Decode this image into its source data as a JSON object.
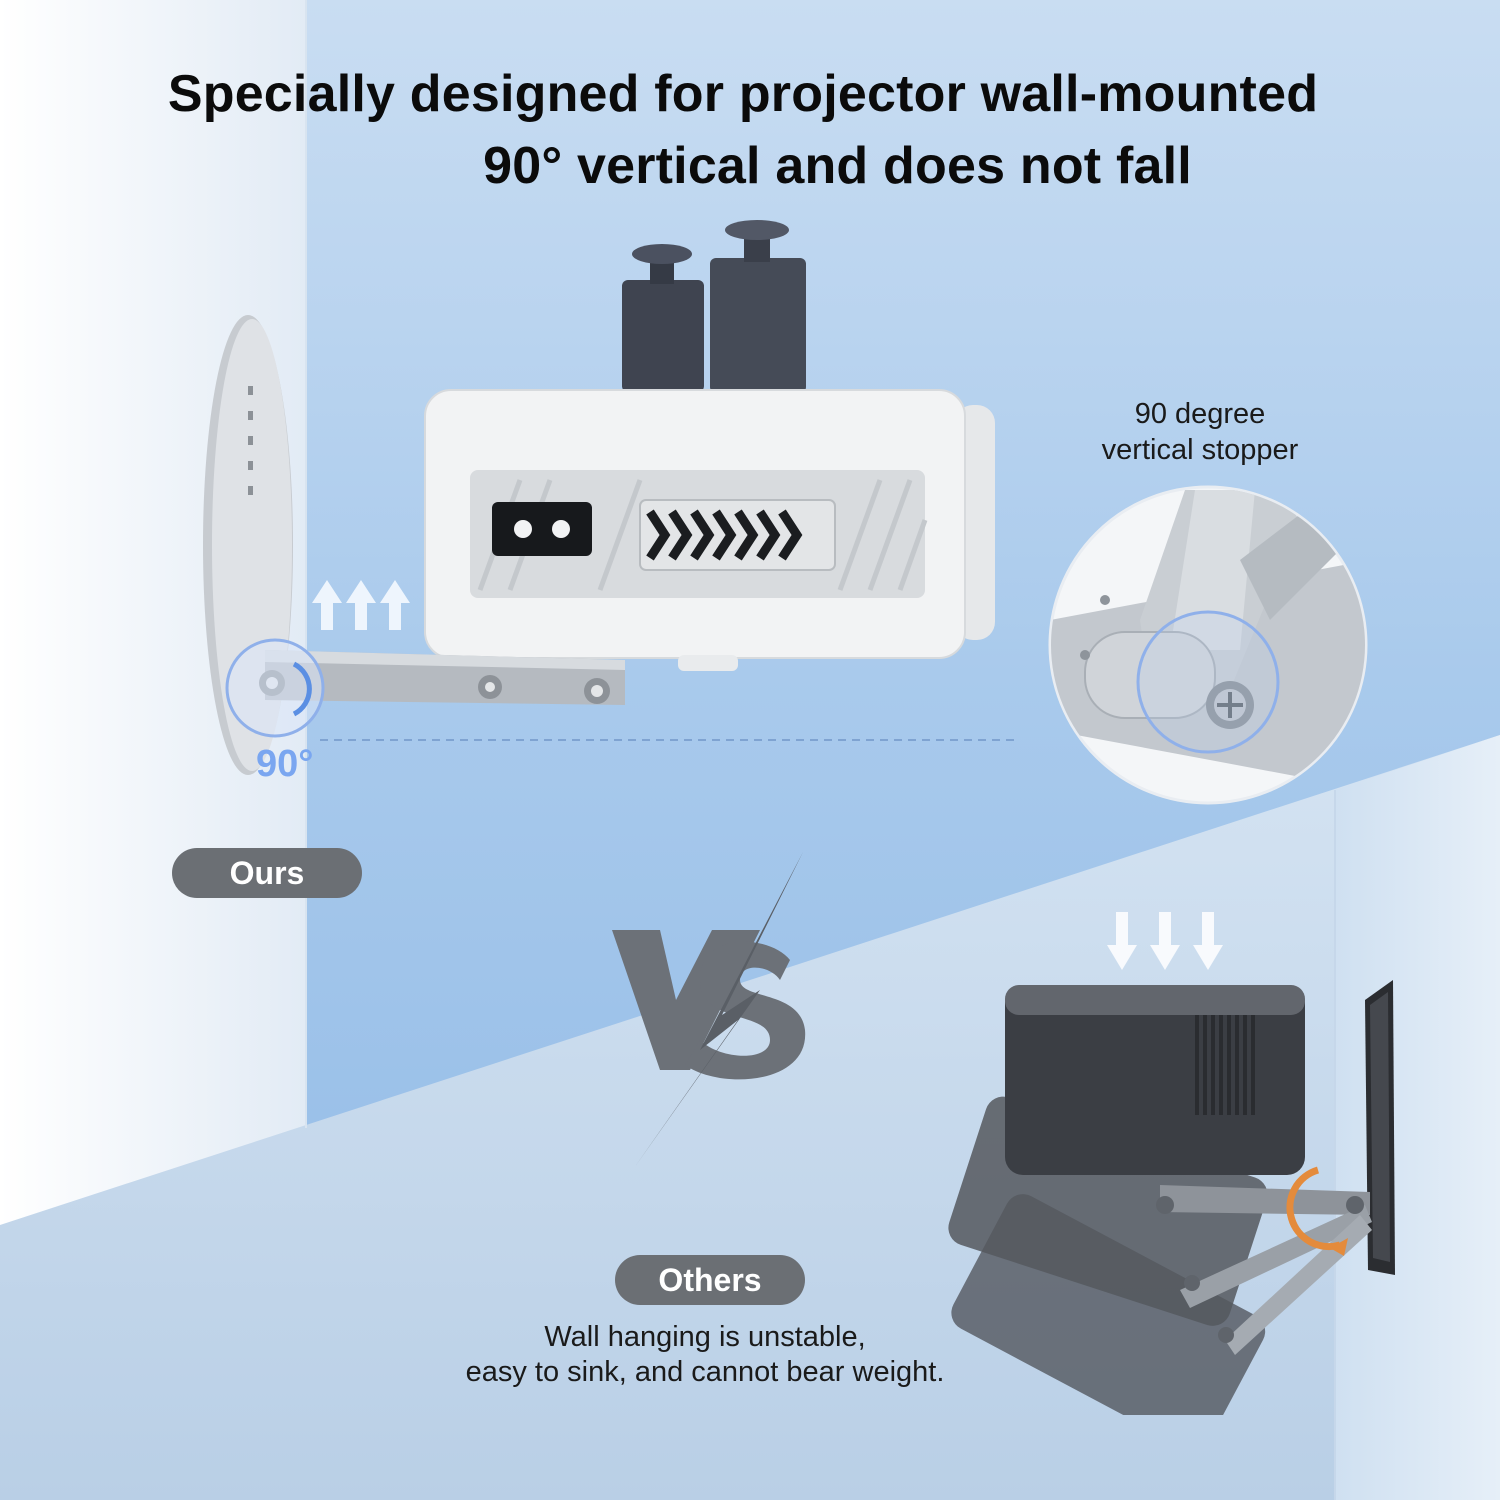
{
  "headline": {
    "line1": "Specially designed for projector wall-mounted",
    "line2": "90° vertical and does not fall"
  },
  "ours": {
    "label": "Ours",
    "angle": "90°",
    "callout_line1": "90 degree",
    "callout_line2": "vertical stopper"
  },
  "others": {
    "label": "Others",
    "note_line1": "Wall hanging is unstable,",
    "note_line2": "easy to sink, and cannot bear weight."
  },
  "vs_text": "VS",
  "colors": {
    "pill": "#6b6f74",
    "angle_accent": "#7aa6f0",
    "rotation_arrow": "#e48b3c",
    "projector_white": "#f1f2f3",
    "projector_dark": "#3a3c40"
  }
}
